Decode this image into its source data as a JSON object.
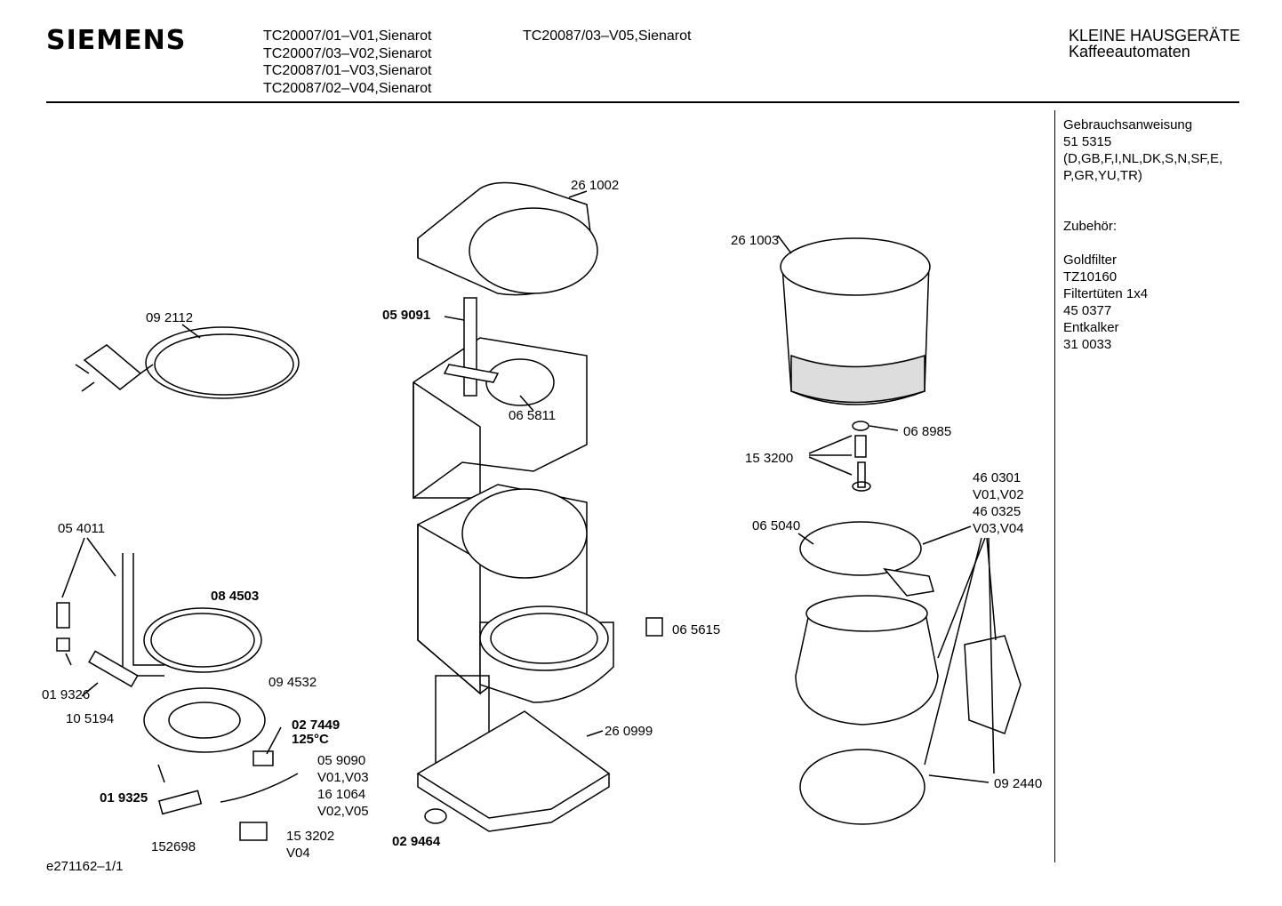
{
  "header": {
    "brand": "SIEMENS",
    "models_col1": [
      "TC20007/01–V01,Sienarot",
      "TC20007/03–V02,Sienarot",
      "TC20087/01–V03,Sienarot",
      "TC20087/02–V04,Sienarot"
    ],
    "models_col2": [
      "TC20087/03–V05,Sienarot"
    ],
    "category": "KLEINE HAUSGERÄTE",
    "subcategory": "Kaffeeautomaten"
  },
  "sidebar": {
    "lines": [
      "Gebrauchsanweisung",
      "51 5315",
      "(D,GB,F,I,NL,DK,S,N,SF,E,",
      "P,GR,YU,TR)",
      "",
      "",
      "Zubehör:",
      "",
      "Goldfilter",
      "TZ10160",
      "Filtertüten 1x4",
      "45 0377",
      "Entkalker",
      "31 0033"
    ]
  },
  "labels": {
    "p261002": "26 1002",
    "p261003": "26 1003",
    "p092112": "09 2112",
    "p059091": "05 9091",
    "p065811": "06 5811",
    "p068985": "06 8985",
    "p153200": "15 3200",
    "p460301": "46 0301",
    "v0102": "V01,V02",
    "p460325": "46 0325",
    "v0304": "V03,V04",
    "p065040": "06 5040",
    "p054011": "05 4011",
    "p084503": "08 4503",
    "p065615": "06 5615",
    "p094532": "09 4532",
    "p019326": "01 9326",
    "p105194": "10 5194",
    "p027449": "02 7449",
    "temp": "125°C",
    "p260999": "26 0999",
    "p059090": "05 9090",
    "v0103": "V01,V03",
    "p161064": "16 1064",
    "v0205": "V02,V05",
    "p019325": "01 9325",
    "p092440": "09 2440",
    "p152698": "152698",
    "p153202": "15 3202",
    "v04": "V04",
    "p029464": "02 9464"
  },
  "footer": {
    "doc_id": "e271162–1/1"
  }
}
